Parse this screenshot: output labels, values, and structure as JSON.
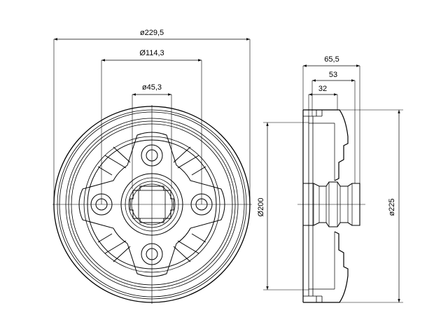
{
  "front_view": {
    "dim_outer_diameter": "ø229,5",
    "dim_bolt_circle": "Ø114,3",
    "dim_center_bore": "ø45,3"
  },
  "side_view": {
    "dim_total_width": "65,5",
    "dim_hub_width": "53",
    "dim_flange_width": "32",
    "dim_drum_inner_diameter": "Ø200",
    "dim_drum_outer_diameter": "ø225"
  },
  "colors": {
    "line": "#000000",
    "background": "#ffffff"
  }
}
